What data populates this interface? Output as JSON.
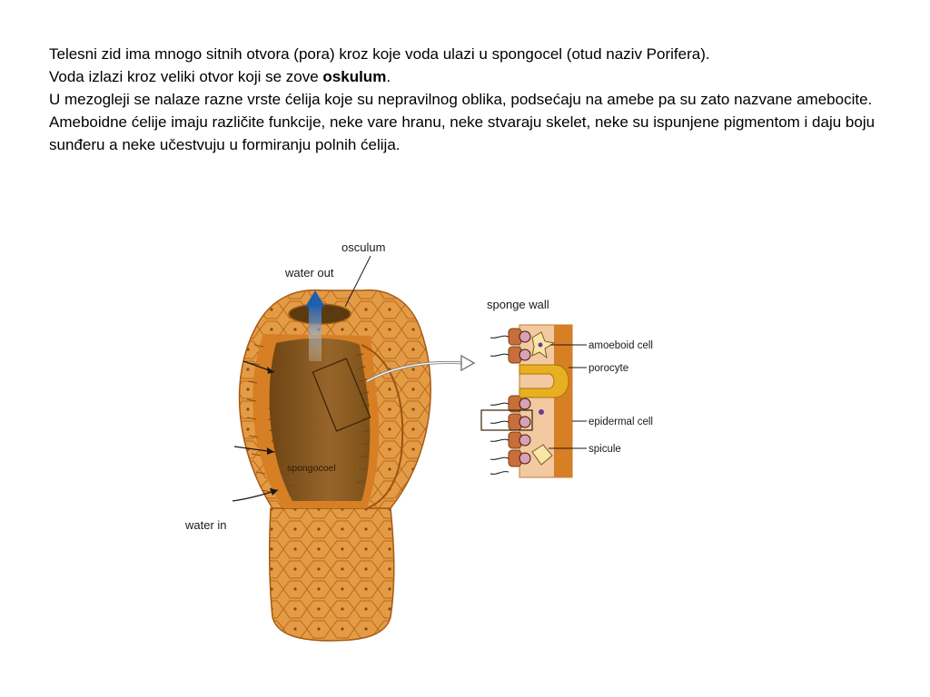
{
  "paragraphs": {
    "p1": "Telesni zid ima mnogo sitnih otvora (pora) kroz koje voda ulazi u spongocel (otud naziv Porifera).",
    "p2_before": "Voda izlazi kroz veliki otvor koji se zove ",
    "p2_bold": "oskulum",
    "p2_after": ".",
    "p3": "U mezogleji se nalaze razne vrste ćelija koje su nepravilnog oblika, podsećaju na amebe pa su zato nazvane amebocite.",
    "p4": "Ameboidne ćelije imaju različite funkcije, neke vare hranu, neke stvaraju skelet, neke su ispunjene pigmentom i daju boju sunđeru a neke učestvuju u formiranju polnih ćelija."
  },
  "diagram": {
    "labels": {
      "osculum": "osculum",
      "water_out": "water out",
      "spongocoel": "spongocoel",
      "water_in": "water in",
      "sponge_wall": "sponge wall",
      "amoeboid_cell": "amoeboid cell",
      "porocyte": "porocyte",
      "epidermal_cell": "epidermal cell",
      "spicule": "spicule"
    },
    "colors": {
      "body_orange": "#d98a2c",
      "body_dark": "#a85a12",
      "spongocoel_brown": "#8a5a1e",
      "water_arrow_blue": "#1f5fae",
      "wall_pink": "#f2c9a0",
      "porocyte_yellow": "#e8b020"
    }
  }
}
